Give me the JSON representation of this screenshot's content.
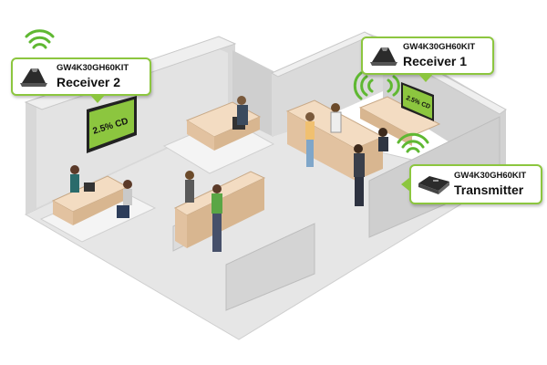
{
  "callouts": {
    "receiver2": {
      "model": "GW4K30GH60KIT",
      "role": "Receiver 2"
    },
    "receiver1": {
      "model": "GW4K30GH60KIT",
      "role": "Receiver 1"
    },
    "transmitter": {
      "model": "GW4K30GH60KIT",
      "role": "Transmitter"
    }
  },
  "screens": {
    "left": "2.5% CD",
    "right": "2.5% CD"
  },
  "colors": {
    "accent": "#8cc63f",
    "screen": "#8cc63f",
    "signal": "#5fb832",
    "wall": "#d9d9d9",
    "floor": "#e6e6e6"
  }
}
